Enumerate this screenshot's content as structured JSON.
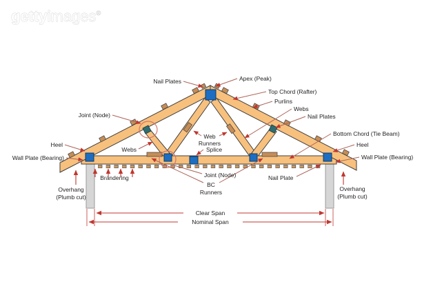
{
  "watermark": {
    "getty": "getty",
    "images": "images",
    "reg": "®"
  },
  "labels": {
    "nail_plates_top": "Nail Plates",
    "apex": "Apex (Peak)",
    "top_chord": "Top Chord (Rafter)",
    "purlins": "Purlins",
    "webs_right": "Webs",
    "nail_plates_right": "Nail Plates",
    "bottom_chord": "Bottom Chord (Tie Beam)",
    "heel_right": "Heel",
    "wall_plate_right": "Wall Plate (Bearing)",
    "overhang_right_1": "Overhang",
    "overhang_right_2": "(Plumb cut)",
    "joint_node_top": "Joint (Node)",
    "heel_left": "Heel",
    "wall_plate_left": "Wall Plate (Bearing)",
    "webs_left": "Webs",
    "brandering": "Brandering",
    "overhang_left_1": "Overhang",
    "overhang_left_2": "(Plumb cut)",
    "web_runners_1": "Web",
    "web_runners_2": "Runners",
    "splice": "Splice",
    "joint_node_bottom": "Joint (Node)",
    "bc_runners_1": "BC",
    "bc_runners_2": "Runners",
    "nail_plate_bottom": "Nail Plate"
  },
  "dimensions": {
    "clear_span": "Clear Span",
    "nominal_span": "Nominal Span"
  },
  "colors": {
    "wood": "#f7c07d",
    "wood_outline": "#3f3f3f",
    "nail_plate_blue": "#1d6ec2",
    "joint_plate_teal": "#2f6d72",
    "timber_accessory": "#c78d56",
    "wall_gray": "#d6d6d6",
    "annotation_red": "#c0372f",
    "leader_red": "#ad6258",
    "text": "#1f1f1f",
    "watermark": "#c9c9c9"
  }
}
